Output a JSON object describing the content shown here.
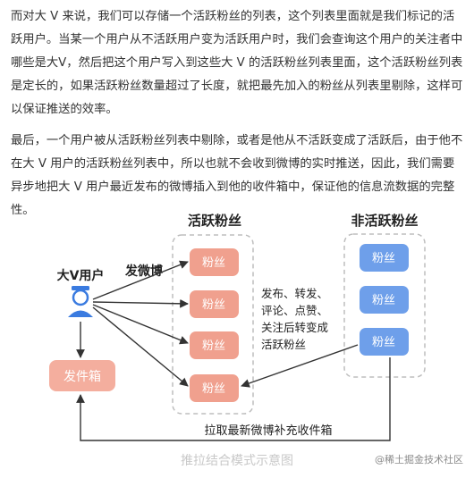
{
  "article": {
    "paragraph1": "而对大 V 来说，我们可以存储一个活跃粉丝的列表，这个列表里面就是我们标记的活跃用户。当某一个用户从不活跃用户变为活跃用户时，我们会查询这个用户的关注者中哪些是大V，然后把这个用户写入到这些大 V 的活跃粉丝列表里面，这个活跃粉丝列表是定长的，如果活跃粉丝数量超过了长度，就把最先加入的粉丝从列表里剔除，这样可以保证推送的效率。",
    "paragraph2": "最后，一个用户被从活跃粉丝列表中剔除，或者是他从不活跃变成了活跃后，由于他不在大 V 用户的活跃粉丝列表中，所以也就不会收到微博的实时推送，因此，我们需要异步地把大 V 用户最近发布的微博插入到他的收件箱中，保证他的信息流数据的完整性。"
  },
  "diagram": {
    "active_fans_title": "活跃粉丝",
    "inactive_fans_title": "非活跃粉丝",
    "bigv_label": "大V用户",
    "publish_label": "发微博",
    "fan_label": "粉丝",
    "inbox_label": "发件箱",
    "activate_note_lines": [
      "发布、转发、",
      "评论、点赞、",
      "关注后转变成",
      "活跃粉丝"
    ],
    "pull_label": "拉取最新微博补充收件箱",
    "caption": "推拉结合模式示意图",
    "watermark": "@稀土掘金技术社区",
    "colors": {
      "salmon": "#F0A08E",
      "blue": "#6E9FEA",
      "inbox": "#F4AE9E",
      "dashed_border": "#BDBDBD",
      "arrow": "#333333",
      "caption": "#C8C8C8"
    }
  }
}
